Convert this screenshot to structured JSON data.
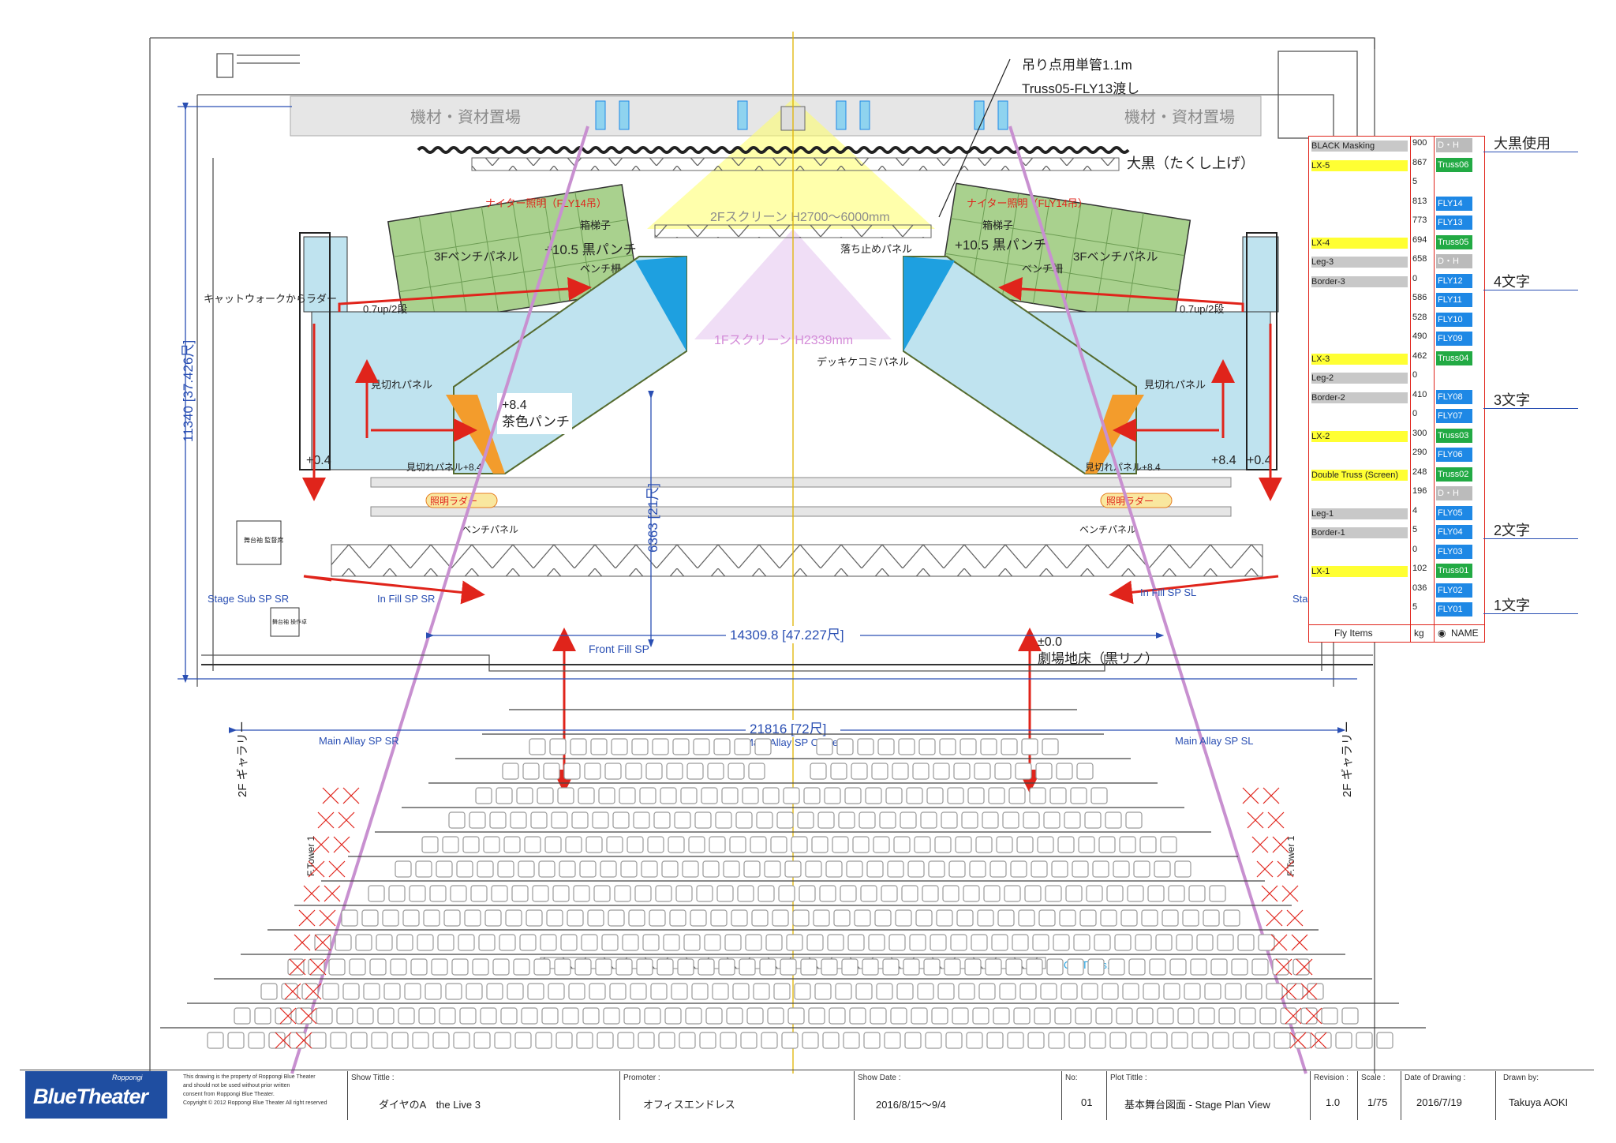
{
  "storage_left": "機材・資材置場",
  "storage_right": "機材・資材置場",
  "hanging_note_1": "吊り点用単管1.1m",
  "hanging_note_2": "Truss05-FLY13渡し",
  "black_masking_title": "大黒（たくし上げ）",
  "screen_2f": "2Fスクリーン H2700～6000mm",
  "screen_1f": "1Fスクリーン H2339mm",
  "night_light_left": "ナイター照明（FLY14吊）",
  "night_light_right": "ナイター照明（FLY14吊）",
  "box_ladder_left": "箱梯子",
  "box_ladder_right": "箱梯子",
  "bench_3f_left": "3Fベンチパネル",
  "bench_3f_right": "3Fベンチパネル",
  "level_105_left": "+10.5 黒パンチ",
  "level_105_right": "+10.5 黒パンチ",
  "bench_rail_left": "ベンチ柵",
  "bench_rail_right": "ベンチ柵",
  "fall_panel": "落ち止めパネル",
  "catwalk_ladder": "キャットウォークからラダー",
  "up_07_left": "0.7up/2段",
  "up_07_right": "0.7up/2段",
  "deck_panel": "デッキケコミパネル",
  "mikiri_left": "見切れパネル",
  "mikiri_right": "見切れパネル",
  "level_84": "+8.4",
  "chairo_punch": "茶色パンチ",
  "level_04_left": "+0.4",
  "level_04_right": "+0.4",
  "level_84_right": "+8.4",
  "mikiri_84_left": "見切れパネル+8.4",
  "mikiri_84_right": "見切れパネル+8.4",
  "light_ladder_left": "照明ラダー",
  "light_ladder_right": "照明ラダー",
  "bench_panel_left": "ベンチパネル",
  "bench_panel_right": "ベンチパネル",
  "dim_vertical_left": "11340 [37.426尺]",
  "dim_vertical_center": "6363 [21尺]",
  "dim_width_1": "14309.8 [47.227尺]",
  "dim_width_2": "21816 [72尺]",
  "stage_sub_sp": "Stage Sub SP SR",
  "stage_sub_sp_r": "Sta",
  "in_fill_sr": "In Fill SP SR",
  "in_fill_sl": "In Fill SP SL",
  "front_fill": "Front  Fill SP",
  "floor_level": "±0.0",
  "floor_name": "劇場地床（黒リノ）",
  "main_sr": "Main Allay SP SR",
  "main_center": "Main Allay SP Center",
  "main_sl": "Main Allay SP SL",
  "gallery_left": "2F ギャラリー",
  "gallery_right": "2F ギャラリー",
  "ftower_left": "F.Tower 1",
  "ftower_right": "F.Tower 1",
  "foh_truss": "FOH Truss1",
  "stage_mgr_1": "舞台袖 監督席",
  "stage_mgr_2": "舞台袖 操作卓",
  "fly_table": {
    "rows": [
      {
        "name": "BLACK Masking",
        "kg": "900",
        "fly": "D・H",
        "color": "#c8c8c8"
      },
      {
        "name": "LX-5",
        "kg": "867",
        "fly": "Truss06",
        "color": "#ffff33"
      },
      {
        "name": "",
        "kg": "5",
        "fly": "",
        "color": ""
      },
      {
        "name": "",
        "kg": "813",
        "fly": "FLY14",
        "color": ""
      },
      {
        "name": "",
        "kg": "773",
        "fly": "FLY13",
        "color": ""
      },
      {
        "name": "LX-4",
        "kg": "694",
        "fly": "Truss05",
        "color": "#ffff33"
      },
      {
        "name": "Leg-3",
        "kg": "658",
        "fly": "D・H",
        "color": "#c8c8c8"
      },
      {
        "name": "Border-3",
        "kg": "0",
        "fly": "FLY12",
        "color": "#c8c8c8"
      },
      {
        "name": "",
        "kg": "586",
        "fly": "FLY11",
        "color": ""
      },
      {
        "name": "",
        "kg": "528",
        "fly": "FLY10",
        "color": ""
      },
      {
        "name": "",
        "kg": "490",
        "fly": "FLY09",
        "color": ""
      },
      {
        "name": "LX-3",
        "kg": "462",
        "fly": "Truss04",
        "color": "#ffff33"
      },
      {
        "name": "Leg-2",
        "kg": "0",
        "fly": "",
        "color": "#c8c8c8"
      },
      {
        "name": "Border-2",
        "kg": "410",
        "fly": "FLY08",
        "color": "#c8c8c8"
      },
      {
        "name": "",
        "kg": "0",
        "fly": "FLY07",
        "color": ""
      },
      {
        "name": "LX-2",
        "kg": "300",
        "fly": "Truss03",
        "color": "#ffff33"
      },
      {
        "name": "",
        "kg": "290",
        "fly": "FLY06",
        "color": ""
      },
      {
        "name": "Double Truss (Screen)",
        "kg": "248",
        "fly": "Truss02",
        "color": "#ffff33"
      },
      {
        "name": "",
        "kg": "196",
        "fly": "D・H",
        "color": ""
      },
      {
        "name": "Leg-1",
        "kg": "4",
        "fly": "FLY05",
        "color": "#c8c8c8"
      },
      {
        "name": "Border-1",
        "kg": "5",
        "fly": "FLY04",
        "color": "#c8c8c8"
      },
      {
        "name": "",
        "kg": "0",
        "fly": "FLY03",
        "color": ""
      },
      {
        "name": "LX-1",
        "kg": "102",
        "fly": "Truss01",
        "color": "#ffff33"
      },
      {
        "name": "",
        "kg": "036",
        "fly": "FLY02",
        "color": ""
      },
      {
        "name": "",
        "kg": "5",
        "fly": "FLY01",
        "color": ""
      }
    ],
    "footer_name": "Fly Items",
    "footer_kg": "kg",
    "footer_fly": "NAME",
    "notes": [
      "大黒使用",
      "4文字",
      "3文字",
      "2文字",
      "1文字"
    ]
  },
  "title_block": {
    "logo_small": "Roppongi",
    "logo": "BlueTheater",
    "copyright_lines": [
      "This drawing is the property of Roppongi Blue Theater",
      "and should not be used without prior written",
      "consent from Roppongi Blue Theater.",
      "Copyright © 2012 Roppongi Blue Theater All right reserved"
    ],
    "show_title_label": "Show Tittle :",
    "show_title": "ダイヤのA　the Live 3",
    "promoter_label": "Promoter :",
    "promoter": "オフィスエンドレス",
    "show_date_label": "Show Date :",
    "show_date": "2016/8/15～9/4",
    "no_label": "No:",
    "no": "01",
    "plot_title_label": "Plot Tittle :",
    "plot_title": "基本舞台図面 - Stage Plan View",
    "revision_label": "Revision :",
    "revision": "1.0",
    "scale_label": "Scale :",
    "scale": "1/75",
    "date_label": "Date of Drawing :",
    "date": "2016/7/19",
    "drawn_label": "Drawn by:",
    "drawn": "Takuya AOKI"
  },
  "colors": {
    "blue_dim": "#2a4fb3",
    "red": "#e0241b",
    "green_panel": "#a9d18e",
    "light_blue": "#bfe3ef",
    "yellow": "#ffff66",
    "lilac": "#c890d0",
    "fly_blue": "#1e88e5",
    "fly_green": "#22aa44"
  }
}
